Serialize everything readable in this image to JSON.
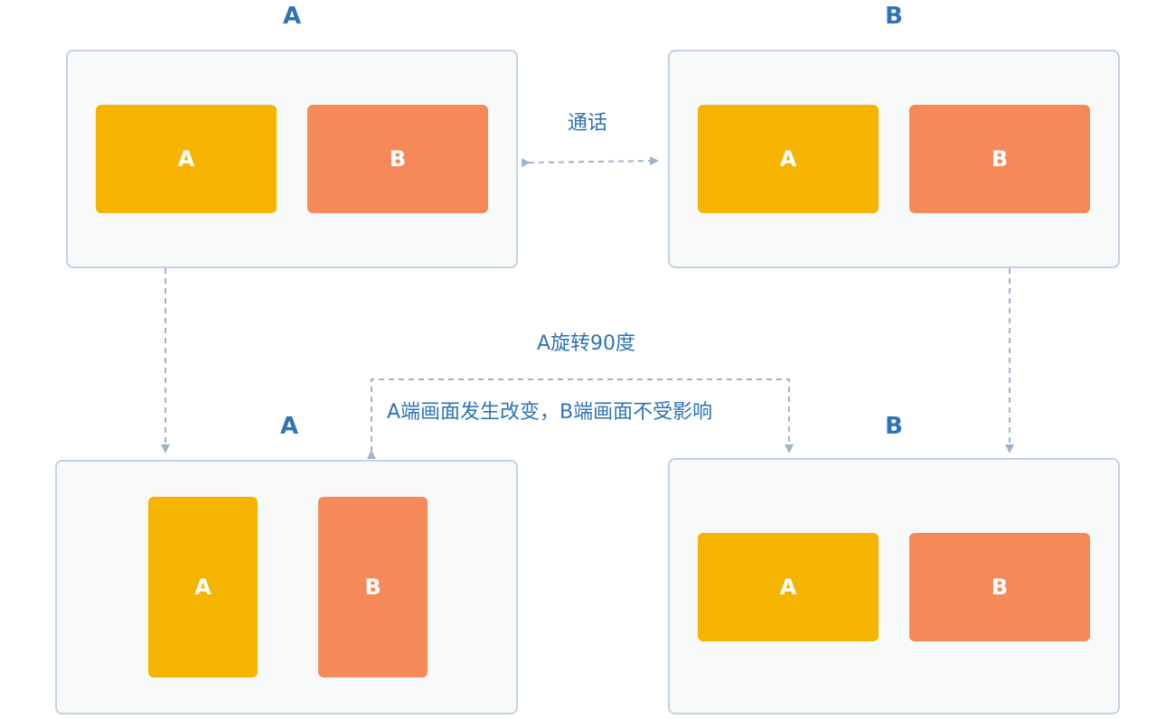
{
  "colors": {
    "accent": "#2f73b6",
    "tile_a": "#f5b400",
    "tile_b": "#f5895a",
    "panel_border": "#c3d2e2",
    "panel_bg": "#f8f9f9",
    "connector": "#9fb3cb"
  },
  "top_left": {
    "title": "A",
    "tile_a": "A",
    "tile_b": "B"
  },
  "top_right": {
    "title": "B",
    "tile_a": "A",
    "tile_b": "B"
  },
  "bottom_left": {
    "title": "A",
    "tile_a": "A",
    "tile_b": "B"
  },
  "bottom_right": {
    "title": "B",
    "tile_a": "A",
    "tile_b": "B"
  },
  "labels": {
    "call": "通话",
    "rotate": "A旋转90度",
    "effect": "A端画面发生改变，B端画面不受影响"
  }
}
